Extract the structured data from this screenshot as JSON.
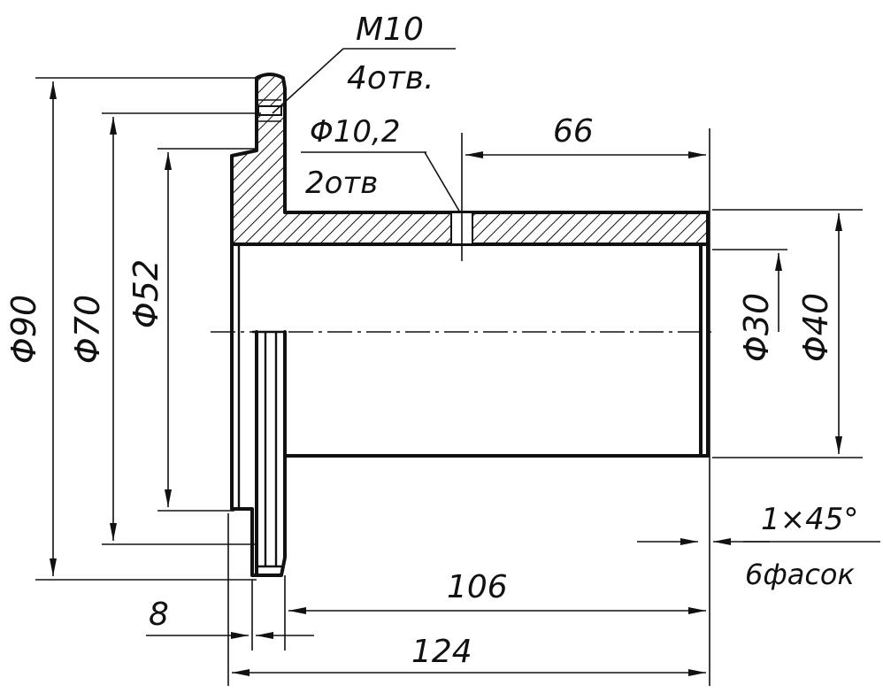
{
  "drawing": {
    "thread_callout": {
      "size": "M10",
      "qty": "4отв."
    },
    "hole_callout": {
      "diameter": "Φ10,2",
      "qty": "2отв"
    },
    "dimensions": {
      "d90": "Φ90",
      "d70": "Φ70",
      "d52": "Φ52",
      "d30": "Φ30",
      "d40": "Φ40",
      "len66": "66",
      "len106": "106",
      "len124": "124",
      "len8": "8"
    },
    "chamfer_note": {
      "size": "1×45°",
      "qty": "6фасок"
    }
  }
}
